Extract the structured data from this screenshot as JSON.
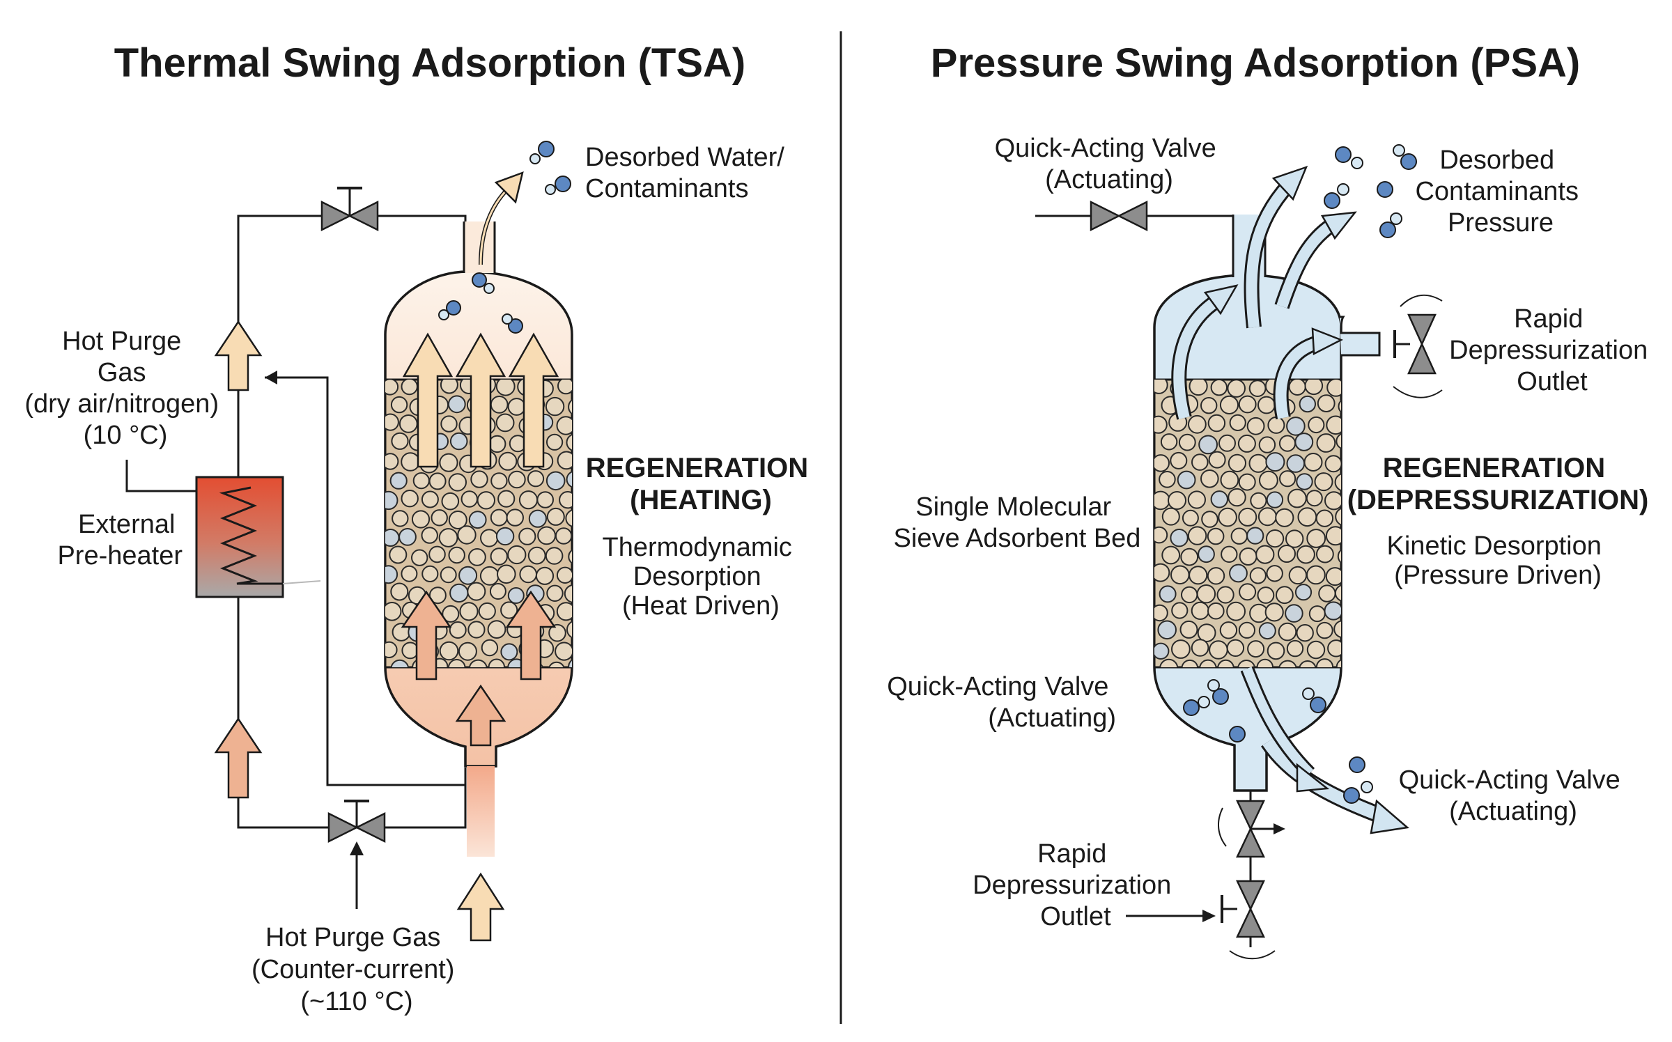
{
  "tsa": {
    "title": "Thermal Swing Adsorption (TSA)",
    "desorbed_label": [
      "Desorbed Water/",
      "Contaminants"
    ],
    "hot_purge_label": [
      "Hot Purge",
      "Gas",
      "(dry air/nitrogen)",
      "(10 °C)"
    ],
    "preheater_label": [
      "External",
      "Pre-heater"
    ],
    "regeneration_heading": [
      "REGENERATION",
      "(HEATING)"
    ],
    "regeneration_desc": [
      "Thermodynamic",
      "Desorption",
      "(Heat Driven)"
    ],
    "inlet_label": [
      "Hot Purge Gas",
      "(Counter-current)",
      "(~110 °C)"
    ]
  },
  "psa": {
    "title": "Pressure Swing Adsorption (PSA)",
    "top_valve_label": [
      "Quick-Acting Valve",
      "(Actuating)"
    ],
    "desorbed_label": [
      "Desorbed",
      "Contaminants",
      "Pressure"
    ],
    "side_outlet_label": [
      "Rapid",
      "Depressurization",
      "Outlet"
    ],
    "bed_label": [
      "Single Molecular",
      "Sieve Adsorbent Bed"
    ],
    "regeneration_heading": [
      "REGENERATION",
      "(DEPRESSURIZATION)"
    ],
    "regeneration_desc": [
      "Kinetic Desorption",
      "(Pressure Driven)"
    ],
    "lower_valve_label": [
      "Quick-Acting Valve",
      "(Actuating)"
    ],
    "bottom_right_valve_label": [
      "Quick-Acting Valve",
      "(Actuating)"
    ],
    "bottom_outlet_label": [
      "Rapid",
      "Depressurization",
      "Outlet"
    ]
  },
  "colors": {
    "tsa_top_fill": "#fbeadb",
    "tsa_bottom_fill": "#f6c7ae",
    "bed_fill": "#d9c3a4",
    "psa_fill": "#d7e8f3",
    "heater_top": "#e2553a",
    "heater_bottom": "#a8a8a8",
    "arrow_pale": "#f8dcb4",
    "arrow_warm": "#eeb292",
    "psa_arrow": "#d2e5f1",
    "molecule": "#5d88c2",
    "valve_gray": "#8d8d8d",
    "line": "#1a1a1a"
  }
}
